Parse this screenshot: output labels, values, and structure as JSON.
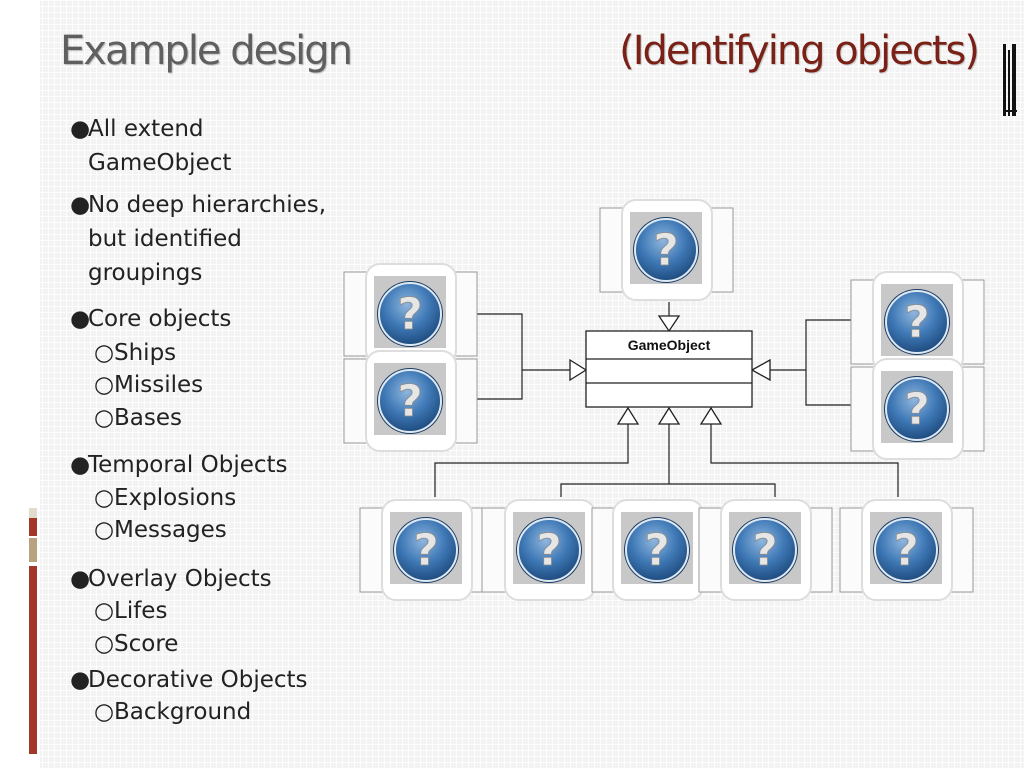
{
  "title": {
    "main": "Example design",
    "sub": "(Identifying objects)"
  },
  "colors": {
    "title_main": "#5f5f5f",
    "title_sub": "#7a2117",
    "accent_red": "#a1382a",
    "accent_tan": "#b8a37e",
    "accent_light": "#e3dccd",
    "icon_blue": "#3f79b6"
  },
  "bullets": [
    {
      "level": 1,
      "lines": [
        "All extend",
        "GameObject"
      ]
    },
    {
      "level": 1,
      "lines": [
        "No deep hierarchies,",
        "but identified",
        "groupings"
      ]
    },
    {
      "level": 1,
      "lines": [
        "Core objects"
      ]
    },
    {
      "level": 2,
      "lines": [
        "Ships"
      ]
    },
    {
      "level": 2,
      "lines": [
        "Missiles"
      ]
    },
    {
      "level": 2,
      "lines": [
        "Bases"
      ]
    },
    {
      "level": 1,
      "lines": [
        "Temporal Objects"
      ]
    },
    {
      "level": 2,
      "lines": [
        "Explosions"
      ]
    },
    {
      "level": 2,
      "lines": [
        "Messages"
      ]
    },
    {
      "level": 1,
      "lines": [
        "Overlay Objects"
      ]
    },
    {
      "level": 2,
      "lines": [
        "Lifes"
      ]
    },
    {
      "level": 2,
      "lines": [
        "Score"
      ]
    },
    {
      "level": 1,
      "lines": [
        "Decorative Objects"
      ]
    },
    {
      "level": 2,
      "lines": [
        "Background"
      ]
    }
  ],
  "bullet_markers": {
    "level1": "●",
    "level2": "○"
  },
  "diagram": {
    "base_class": "GameObject",
    "icon_glyph": "?",
    "icon_name": "question-mark-icon",
    "placeholder_count": 10
  }
}
